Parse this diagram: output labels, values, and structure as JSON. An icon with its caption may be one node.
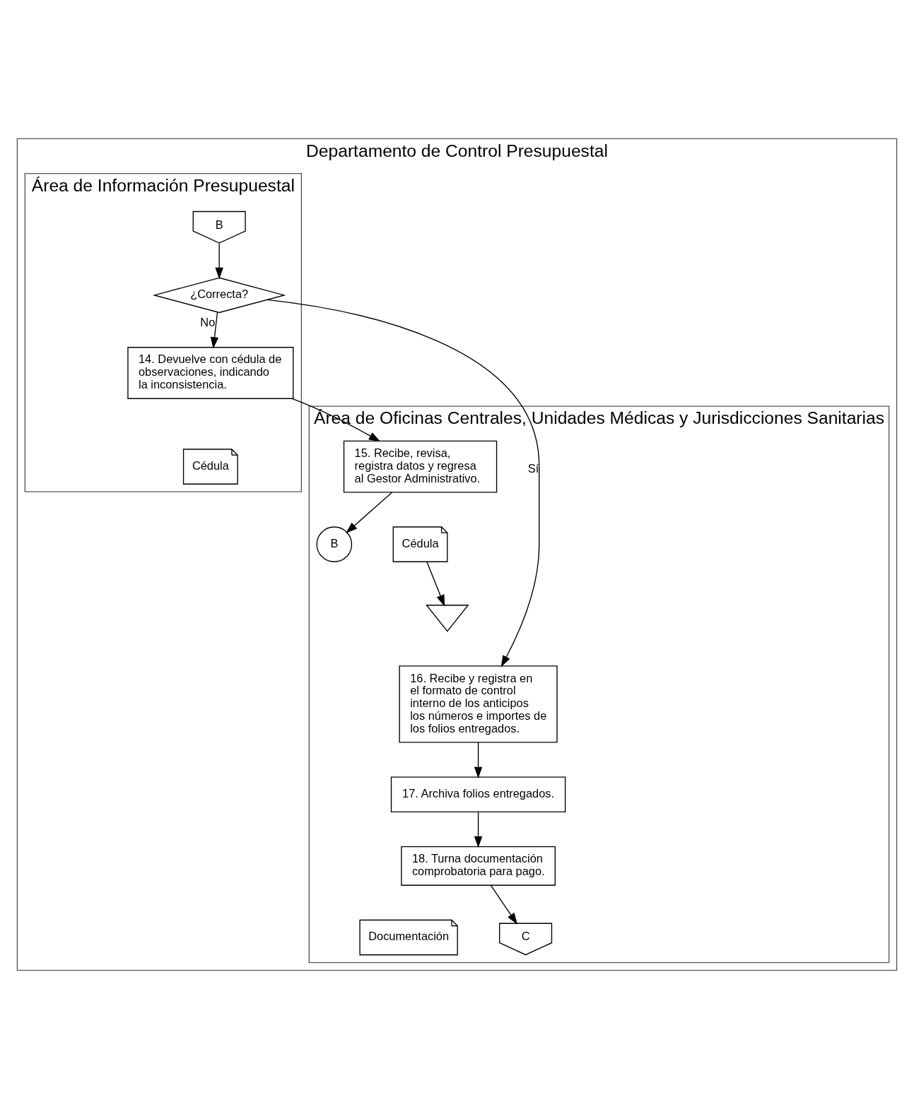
{
  "diagram": {
    "nodes": [
      {
        "text": [
          "Departamento de Control Presupuestal"
        ]
      },
      {
        "text": [
          "Área de Información Presupuestal"
        ],
        "in": 0
      },
      {
        "text": [
          "Área de Oficinas Centrales, Unidades Médicas y Jurisdicciones Sanitarias"
        ],
        "in": 0
      },
      {
        "text": [
          "B"
        ],
        "in": 1
      },
      {
        "text": [
          "¿Correcta?"
        ],
        "in": 1
      },
      {
        "text": [
          "14. Devuelve con cédula de observaciones, indicando la inconsistencia."
        ],
        "in": 1
      },
      {
        "text": [
          "Cédula"
        ],
        "in": 1
      },
      {
        "text": [
          "15. Recibe, revisa, registra datos y regresa al Gestor Administrativo."
        ],
        "in": 2
      },
      {
        "text": [
          "B"
        ],
        "in": 2
      },
      {
        "text": [
          "Cédula"
        ],
        "in": 2
      },
      {
        "text": [],
        "shape": "triangle",
        "in": 2
      },
      {
        "text": [
          "16. Recibe y registra en el formato de control interno de los anticipos los números e importes de los folios entregados."
        ],
        "in": 2
      },
      {
        "text": [
          "17. Archiva folios entregados."
        ],
        "in": 2
      },
      {
        "text": [
          "18. Turna documentación comprobatoria para pago."
        ],
        "in": 2
      },
      {
        "text": [
          "Documentación"
        ],
        "in": 2
      },
      {
        "text": [
          "C"
        ],
        "in": 2
      }
    ],
    "edges": [
      {
        "from": 3,
        "to": 4,
        "arrow": "to"
      },
      {
        "from": 4,
        "to": 11,
        "arrow": "to",
        "label": "Sí"
      },
      {
        "from": 4,
        "to": 5,
        "arrow": "to",
        "label": "No"
      },
      {
        "from": 5,
        "to": 7,
        "arrow": "to"
      },
      {
        "from": 7,
        "to": 8,
        "arrow": "to"
      },
      {
        "from": 9,
        "to": 10,
        "arrow": "to"
      },
      {
        "from": 11,
        "to": 12,
        "arrow": "to"
      },
      {
        "from": 12,
        "to": 13,
        "arrow": "to"
      },
      {
        "from": 13,
        "to": 15,
        "arrow": "to"
      }
    ]
  }
}
